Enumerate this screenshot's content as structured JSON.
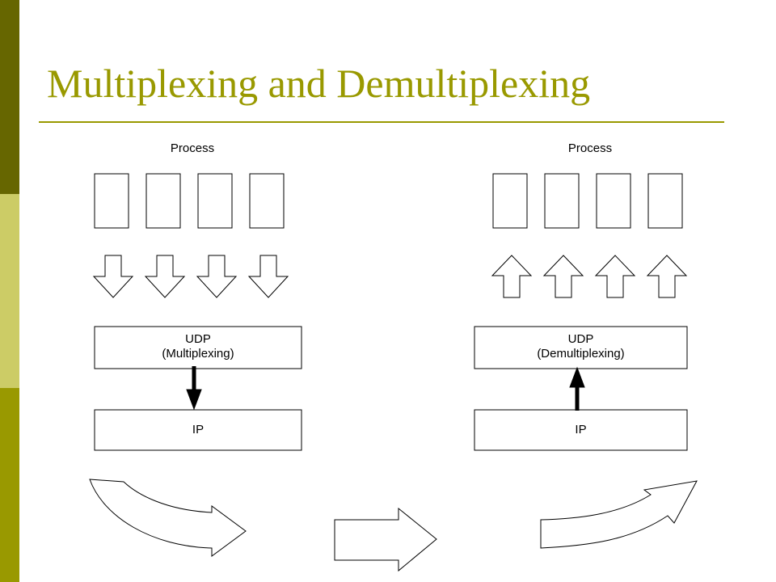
{
  "slide": {
    "title": "Multiplexing and Demultiplexing",
    "colors": {
      "accent": "#999900",
      "sidebar_dark": "#666600",
      "sidebar_light": "#cccc66",
      "sidebar_mid": "#999900"
    }
  },
  "sender": {
    "process_label": "Process",
    "process_box_count": 4,
    "udp_label_line1": "UDP",
    "udp_label_line2": "(Multiplexing)",
    "ip_label": "IP"
  },
  "receiver": {
    "process_label": "Process",
    "process_box_count": 4,
    "udp_label_line1": "UDP",
    "udp_label_line2": "(Demultiplexing)",
    "ip_label": "IP"
  }
}
